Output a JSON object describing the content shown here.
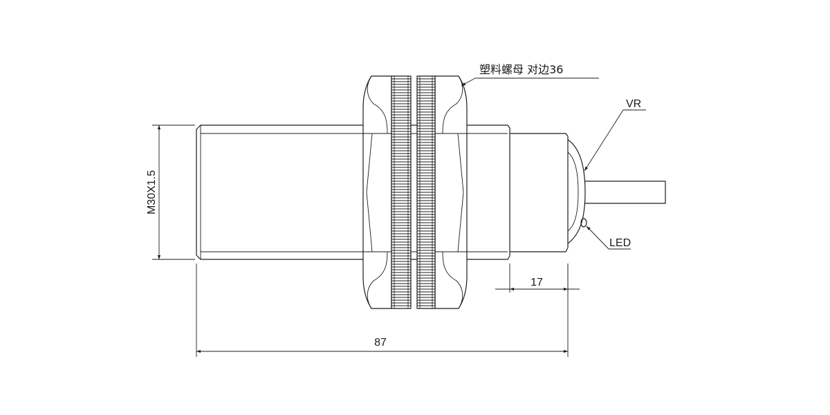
{
  "labels": {
    "nut": "塑料螺母 对边36",
    "vr": "VR",
    "led": "LED",
    "thread": "M30X1.5",
    "dim_tail": "17",
    "dim_total": "87"
  },
  "colors": {
    "line": "#1a1a1a",
    "background": "#ffffff"
  }
}
